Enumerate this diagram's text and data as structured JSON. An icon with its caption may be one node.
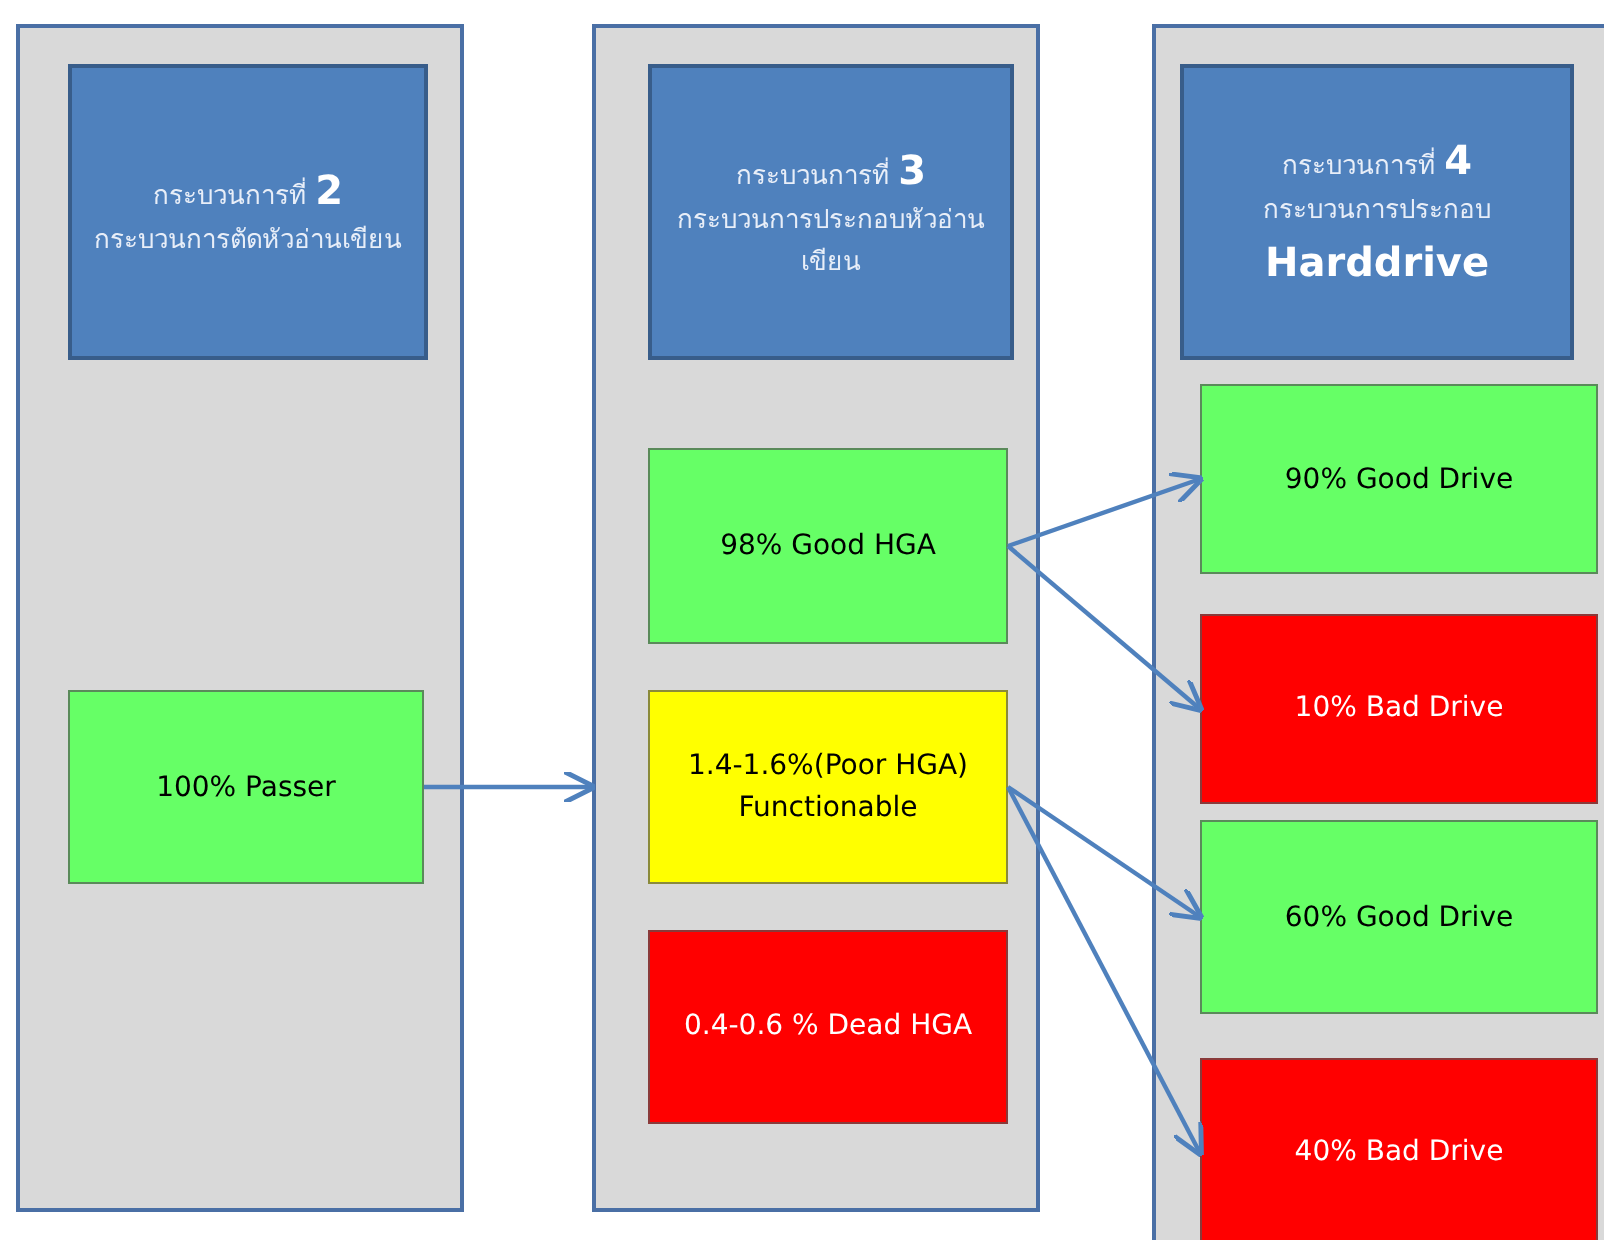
{
  "diagram": {
    "nodes": [
      {
        "text": [],
        "shape": "box"
      },
      {
        "text": [
          "กระบวนการที่ **2**",
          "กระบวนการตัดหัวอ่านเขียน"
        ],
        "in": 0
      },
      {
        "text": [
          "100% Passer"
        ],
        "in": 0
      },
      {
        "text": [],
        "shape": "box"
      },
      {
        "text": [
          "กระบวนการที่ **3**",
          "กระบวนการประกอบหัวอ่านเขียน"
        ],
        "in": 3
      },
      {
        "text": [
          "98% Good HGA"
        ],
        "in": 3
      },
      {
        "text": [
          "1.4-1.6%(Poor HGA) Functionable"
        ],
        "in": 3
      },
      {
        "text": [
          "0.4-0.6 % Dead HGA"
        ],
        "in": 3
      },
      {
        "text": [],
        "shape": "box"
      },
      {
        "text": [
          "กระบวนการที่ **4**",
          "กระบวนการประกอบ",
          "Harddrive"
        ],
        "in": 8
      },
      {
        "text": [
          "90% Good Drive"
        ],
        "in": 8
      },
      {
        "text": [
          "10% Bad Drive"
        ],
        "in": 8
      },
      {
        "text": [
          "60% Good Drive"
        ],
        "in": 8
      },
      {
        "text": [
          "40% Bad Drive"
        ],
        "in": 8
      }
    ],
    "edges": [
      {
        "from": 2,
        "to": 3,
        "arrow": "to"
      },
      {
        "from": 5,
        "to": 10,
        "arrow": "to"
      },
      {
        "from": 5,
        "to": 11,
        "arrow": "to"
      },
      {
        "from": 6,
        "to": 12,
        "arrow": "to"
      },
      {
        "from": 6,
        "to": 13,
        "arrow": "to"
      }
    ]
  }
}
